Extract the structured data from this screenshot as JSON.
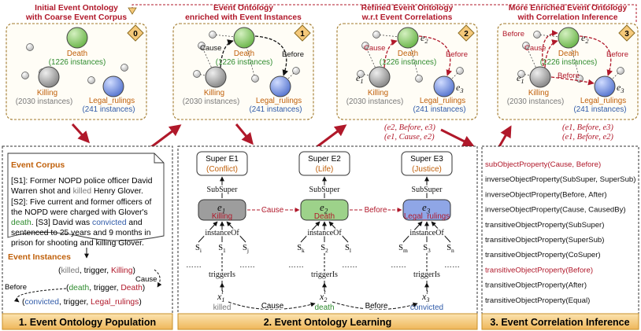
{
  "colors": {
    "red": "#b0182a",
    "green": "#2e8b2e",
    "blue": "#2f5aa8",
    "orange": "#c0600a",
    "gray": "#7a7a7a",
    "banner": "#f5c97a",
    "stage_border": "#a0782a"
  },
  "stages": [
    {
      "title": [
        "Initial Event Ontology",
        "with Coarse Event Corpus"
      ],
      "badge": "0",
      "nodes": {
        "death": {
          "label": "Death",
          "count": "(1226 instances)"
        },
        "killing": {
          "label": "Killing",
          "count": "(2030 instances)"
        },
        "legal": {
          "label": "Legal_rulings",
          "count": "(241 instances)"
        }
      }
    },
    {
      "title": [
        "Event Ontology",
        "enriched with Event Instances"
      ],
      "badge": "1",
      "edges": {
        "cause": "Cause",
        "before": "Before"
      },
      "nodes": {
        "death": {
          "label": "Death",
          "count": "(1226 instances)"
        },
        "killing": {
          "label": "Killing",
          "count": "(2030 instances)"
        },
        "legal": {
          "label": "Legal_rulings",
          "count": "(241 instances)"
        }
      }
    },
    {
      "title": [
        "Refined Event Ontology",
        "w.r.t Event Correlations"
      ],
      "badge": "2",
      "edges": {
        "cause": "Cause",
        "before": "Before"
      },
      "nodes": {
        "death": {
          "label": "Death",
          "count": "(1226 instances)",
          "var": "e2"
        },
        "killing": {
          "label": "Killing",
          "count": "(2030 instances)",
          "var": "e1"
        },
        "legal": {
          "label": "Legal_rulings",
          "count": "(241 instances)",
          "var": "e3"
        }
      },
      "triples": [
        "(e2, Before, e3)",
        "(e1, Cause, e2)"
      ]
    },
    {
      "title": [
        "More Enriched Event Ontology",
        "with Correlation Inference"
      ],
      "badge": "3",
      "edges": {
        "cause": "Cause",
        "before": "Before",
        "before2": "Before",
        "before3": "Before"
      },
      "nodes": {
        "death": {
          "label": "Death",
          "count": "(1226 instances)",
          "var": "e2"
        },
        "killing": {
          "label": "Killing",
          "count": "(2030 instances)",
          "var": "e1"
        },
        "legal": {
          "label": "Legal_rulings",
          "count": "(241 instances)",
          "var": "e3"
        }
      },
      "triples": [
        "(e1, Before, e3)",
        "(e1, Before, e2)"
      ]
    }
  ],
  "panel1": {
    "corpus_title": "Event Corpus",
    "sentences": [
      [
        "[S1]: Former NOPD police officer David",
        "Warren shot and ",
        "killed",
        " Henry Glover."
      ],
      [
        "[S2]: Five current and former officers of",
        "the NOPD were charged with Glover's",
        "death",
        ". [S3] David was ",
        "convicted",
        " and"
      ],
      [
        "sentenced to 25 years and 9 months in",
        "prison for shooting and killing Glover."
      ]
    ],
    "instances_title": "Event Instances",
    "inst1": {
      "a": "killed",
      "b": "trigger",
      "c": "Killing"
    },
    "inst2": {
      "a": "death",
      "b": "trigger",
      "c": "Death"
    },
    "inst3": {
      "a": "convicted",
      "b": "trigger",
      "c": "Legal_rulings"
    },
    "cause": "Cause",
    "before": "Before",
    "footer": "1. Event Ontology Population"
  },
  "panel2": {
    "supers": [
      {
        "title": "Super E1",
        "sub": "(Conflict)"
      },
      {
        "title": "Super E2",
        "sub": "(Life)"
      },
      {
        "title": "Super E3",
        "sub": "(Justice)"
      }
    ],
    "subsuper": "SubSuper",
    "events": [
      {
        "var": "e1",
        "label": "Killing"
      },
      {
        "var": "e2",
        "label": "Death"
      },
      {
        "var": "e3",
        "label": "Legal_rulings"
      }
    ],
    "cause": "Cause",
    "before": "Before",
    "instanceof": "instanceOf",
    "triggeris": "triggerIs",
    "sents": [
      [
        "Si",
        "S1",
        "Sj"
      ],
      [
        "Sk",
        "S2",
        "Sl"
      ],
      [
        "Sm",
        "S3",
        "Sn"
      ]
    ],
    "dots": "……",
    "triggers": [
      {
        "var": "x1t",
        "word": "killed"
      },
      {
        "var": "x2t",
        "word": "death"
      },
      {
        "var": "x3t",
        "word": "convicted"
      }
    ],
    "footer": "2. Event Ontology Learning"
  },
  "panel3": {
    "rules": [
      {
        "text": "subObjectProperty(Cause, Before)",
        "red": true
      },
      {
        "text": "inverseObjectProperty(SubSuper, SuperSub)",
        "red": false
      },
      {
        "text": "inverseObjectProperty(Before, After)",
        "red": false
      },
      {
        "text": "inverseObjectProperty(Cause, CausedBy)",
        "red": false
      },
      {
        "text": "transitiveObjectProperty(SubSuper)",
        "red": false
      },
      {
        "text": "transitiveObjectProperty(SuperSub)",
        "red": false
      },
      {
        "text": "transitiveObjectProperty(CoSuper)",
        "red": false
      },
      {
        "text": "transitiveObjectProperty(Before)",
        "red": true
      },
      {
        "text": "transitiveObjectProperty(After)",
        "red": false
      },
      {
        "text": "transitiveObjectProperty(Equal)",
        "red": false
      }
    ],
    "footer": "3. Event Correlation Inference"
  }
}
